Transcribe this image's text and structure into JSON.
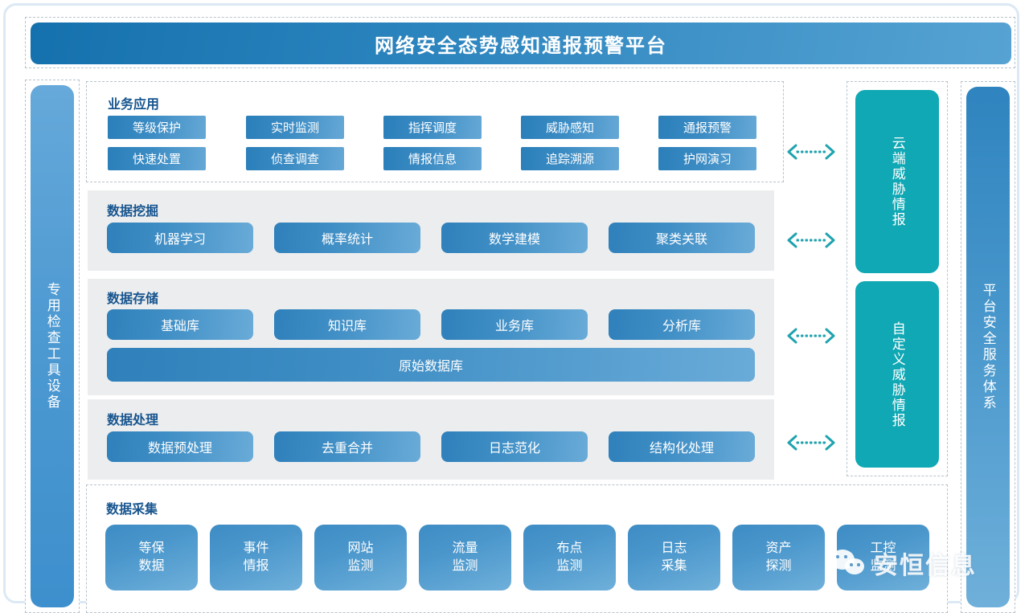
{
  "header": {
    "title": "网络安全态势感知通报预警平台"
  },
  "left_sidebar": {
    "label": "专用检查工具设备"
  },
  "right_service": {
    "label": "平台安全服务体系"
  },
  "threat_intel": {
    "cards": [
      {
        "label": "云端威胁情报"
      },
      {
        "label": "自定义威胁情报"
      }
    ]
  },
  "arrows": {
    "glyph": "double-headed-dotted-arrow",
    "count": 4,
    "color": "#1fa3ae"
  },
  "sections": [
    {
      "id": "business-application",
      "title": "业务应用",
      "rows": [
        [
          "等级保护",
          "实时监测",
          "指挥调度",
          "威胁感知",
          "通报预警"
        ],
        [
          "快速处置",
          "侦查调查",
          "情报信息",
          "追踪溯源",
          "护网演习"
        ]
      ]
    },
    {
      "id": "data-mining",
      "title": "数据挖掘",
      "items": [
        "机器学习",
        "概率统计",
        "数学建模",
        "聚类关联"
      ]
    },
    {
      "id": "data-storage",
      "title": "数据存储",
      "items": [
        "基础库",
        "知识库",
        "业务库",
        "分析库"
      ],
      "wide_item": "原始数据库"
    },
    {
      "id": "data-processing",
      "title": "数据处理",
      "items": [
        "数据预处理",
        "去重合并",
        "日志范化",
        "结构化处理"
      ]
    },
    {
      "id": "data-collection",
      "title": "数据采集",
      "items": [
        {
          "line1": "等保",
          "line2": "数据"
        },
        {
          "line1": "事件",
          "line2": "情报"
        },
        {
          "line1": "网站",
          "line2": "监测"
        },
        {
          "line1": "流量",
          "line2": "监测"
        },
        {
          "line1": "布点",
          "line2": "监测"
        },
        {
          "line1": "日志",
          "line2": "采集"
        },
        {
          "line1": "资产",
          "line2": "探测"
        },
        {
          "line1": "工控",
          "line2": "监测"
        }
      ]
    }
  ],
  "watermark": {
    "text": "安恒信息",
    "icon": "wechat-icon"
  },
  "colors": {
    "title_blue": "#2a83bd",
    "button_blue": "#3f8ec5",
    "teal": "#0fa8b4",
    "section_title": "#17558f",
    "grey_block": "#ecedee",
    "dashed_border": "#b9c4cc",
    "frame": "#dce9f5"
  }
}
